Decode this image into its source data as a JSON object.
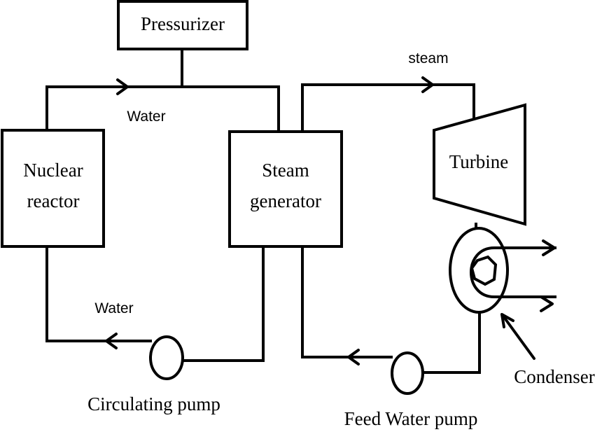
{
  "components": {
    "pressurizer": "Pressurizer",
    "nuclear_reactor": [
      "Nuclear",
      "reactor"
    ],
    "steam_generator": [
      "Steam",
      "generator"
    ],
    "turbine": "Turbine",
    "condenser": "Condenser",
    "circulating_pump": "Circulating pump",
    "feed_water_pump": "Feed Water pump"
  },
  "flow_labels": {
    "water_top": "Water",
    "water_bottom": "Water",
    "steam": "steam"
  }
}
